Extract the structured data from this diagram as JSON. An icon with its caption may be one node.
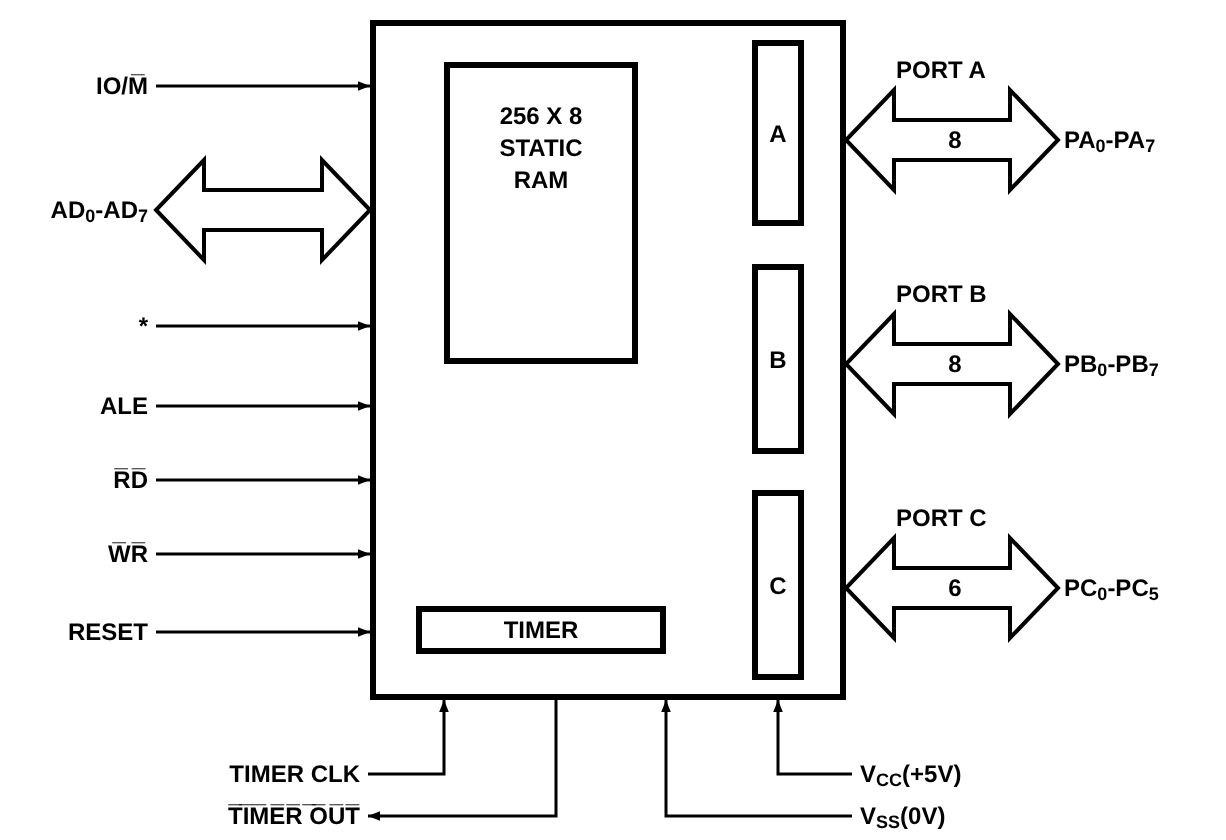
{
  "diagram": {
    "nodes": [
      {
        "text": [],
        "shape": "box"
      },
      {
        "text": [
          "256 X 8 STATIC RAM"
        ],
        "in": 0
      },
      {
        "text": [
          "A"
        ],
        "in": 0
      },
      {
        "text": [
          "B"
        ],
        "in": 0
      },
      {
        "text": [
          "C"
        ],
        "in": 0
      },
      {
        "text": [
          "TIMER"
        ],
        "in": 0
      },
      {
        "text": [
          "IO/M̅"
        ]
      },
      {
        "text": [
          "AD$_{0}$-AD$_{7}$"
        ]
      },
      {
        "text": [
          "*"
        ]
      },
      {
        "text": [
          "ALE"
        ]
      },
      {
        "text": [
          "R̅D̅"
        ]
      },
      {
        "text": [
          "W̅R̅"
        ]
      },
      {
        "text": [
          "RESET"
        ]
      },
      {
        "text": [
          "TIMER CLK"
        ]
      },
      {
        "text": [
          "T̅I̅M̅E̅R̅ ̅O̅U̅T̅"
        ]
      },
      {
        "text": [
          "V$_{CC}$(+5V)"
        ]
      },
      {
        "text": [
          "V$_{SS}$(0V)"
        ]
      },
      {
        "text": [
          "PA$_{0}$-PA$_{7}$"
        ]
      },
      {
        "text": [
          "PB$_{0}$-PB$_{7}$"
        ]
      },
      {
        "text": [
          "PC$_{0}$-PC$_{5}$"
        ]
      }
    ],
    "edges": [
      {
        "from": 6,
        "to": 0,
        "arrow": "to"
      },
      {
        "from": 7,
        "to": 0,
        "arrow": "both",
        "style": "thick"
      },
      {
        "from": 8,
        "to": 0,
        "arrow": "to"
      },
      {
        "from": 9,
        "to": 0,
        "arrow": "to"
      },
      {
        "from": 10,
        "to": 0,
        "arrow": "to"
      },
      {
        "from": 11,
        "to": 0,
        "arrow": "to"
      },
      {
        "from": 12,
        "to": 0,
        "arrow": "to"
      },
      {
        "from": 0,
        "to": 17,
        "arrow": "both",
        "style": "thick",
        "label": "8"
      },
      {
        "from": 0,
        "to": 18,
        "arrow": "both",
        "style": "thick",
        "label": "8"
      },
      {
        "from": 0,
        "to": 19,
        "arrow": "both",
        "style": "thick",
        "label": "6"
      },
      {
        "from": 13,
        "to": 0,
        "arrow": "to"
      },
      {
        "from": 0,
        "to": 14,
        "arrow": "to"
      },
      {
        "from": 16,
        "to": 0,
        "arrow": "to"
      },
      {
        "from": 15,
        "to": 0,
        "arrow": "to"
      }
    ],
    "labels": [
      "PORT A",
      "PORT B",
      "PORT C"
    ]
  }
}
